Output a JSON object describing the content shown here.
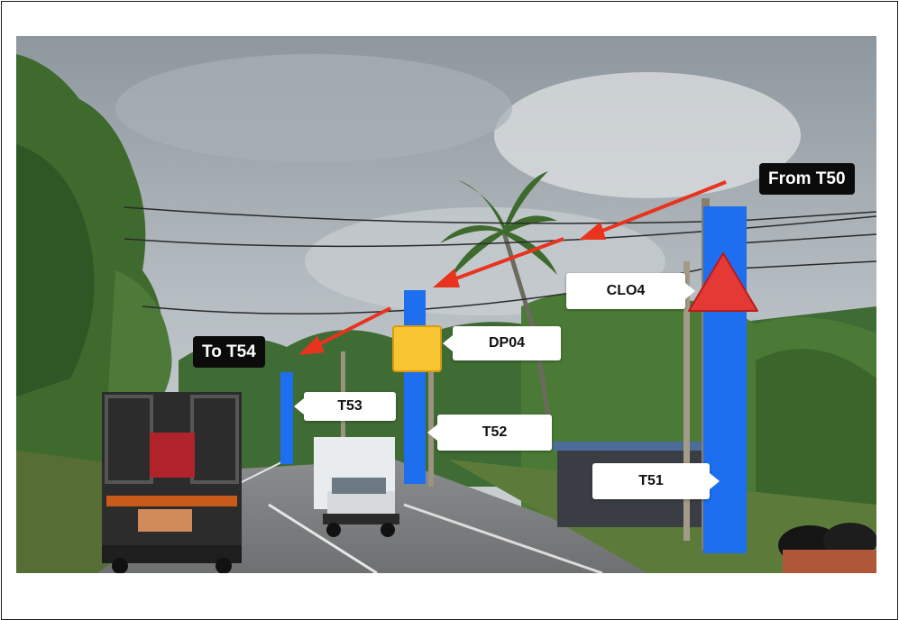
{
  "labels": {
    "from": "From T50",
    "to": "To T54",
    "clo": "CLO4",
    "dp": "DP04",
    "t53": "T53",
    "t52": "T52",
    "t51": "T51"
  },
  "colors": {
    "pole_marker": "#1e6ef0",
    "arrow": "#e8331f",
    "triangle": "#e53935",
    "dp_square": "#f7c531"
  },
  "icons": {
    "clo_marker": "warning-triangle-icon",
    "dp_marker": "square-marker-icon"
  }
}
